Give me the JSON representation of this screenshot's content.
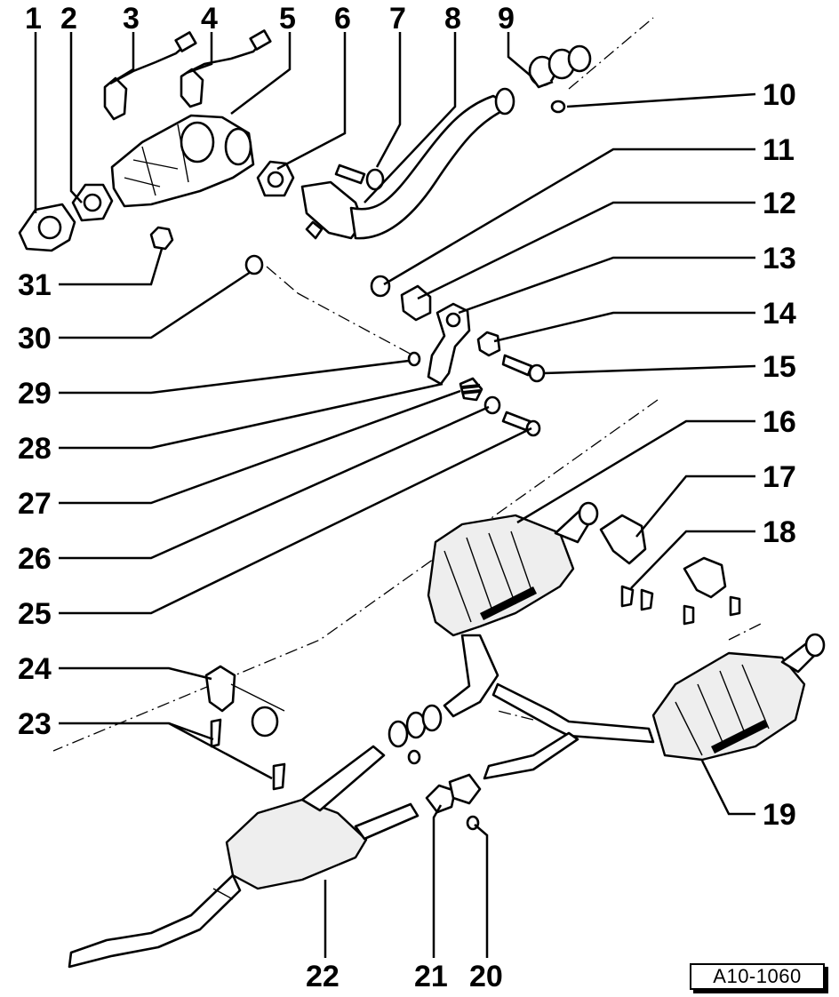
{
  "diagram": {
    "reference_code": "A10-1060",
    "callouts": [
      "1",
      "2",
      "3",
      "4",
      "5",
      "6",
      "7",
      "8",
      "9",
      "10",
      "11",
      "12",
      "13",
      "14",
      "15",
      "16",
      "17",
      "18",
      "19",
      "20",
      "21",
      "22",
      "23",
      "24",
      "25",
      "26",
      "27",
      "28",
      "29",
      "30",
      "31"
    ]
  }
}
